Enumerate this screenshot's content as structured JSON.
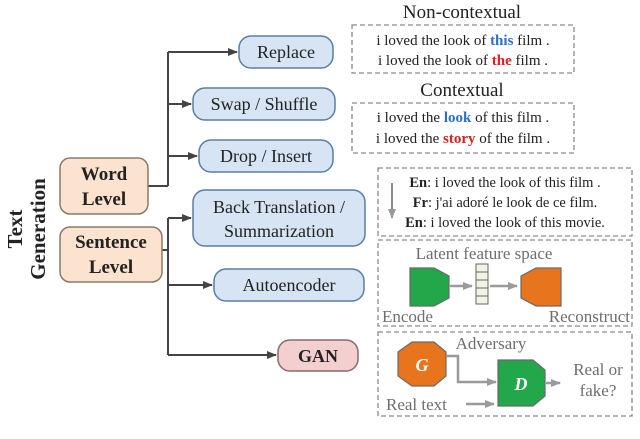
{
  "colors": {
    "line": "#444444",
    "pill_fill": "#d6e4f3",
    "pill_stroke": "#5a7fa6",
    "level_fill": "#fbe3cf",
    "level_stroke": "#8a7a6a",
    "gan_fill": "#f4cfd0",
    "dash": "#8a8a8a",
    "green": "#22a84a",
    "orange": "#e8741e",
    "blue_word": "#2a70c8",
    "red_word": "#e02020",
    "gray_text": "#6e6e6e"
  },
  "icons": {
    "encoder": "green-trapezoid-icon",
    "decoder": "orange-trapezoid-icon",
    "latent": "latent-vector-icon",
    "generator": "generator-icon",
    "discriminator": "discriminator-icon"
  },
  "root": {
    "line1": "Text",
    "line2": "Generation"
  },
  "levels": {
    "word": {
      "line1": "Word",
      "line2": "Level"
    },
    "sentence": {
      "line1": "Sentence",
      "line2": "Level"
    }
  },
  "methods": {
    "replace": "Replace",
    "swap": "Swap / Shuffle",
    "drop": "Drop / Insert",
    "back_translation": {
      "line1": "Back Translation /",
      "line2": "Summarization"
    },
    "autoencoder": "Autoencoder",
    "gan": "GAN"
  },
  "noncontextual": {
    "title": "Non-contextual",
    "line1": {
      "prefix": "i loved the look of ",
      "highlight": "this",
      "suffix": " film ."
    },
    "line2": {
      "prefix": "i loved the look of ",
      "highlight": "the",
      "suffix": " film ."
    }
  },
  "contextual": {
    "title": "Contextual",
    "line1": {
      "prefix": "i loved the ",
      "highlight": "look",
      "suffix": " of this film ."
    },
    "line2": {
      "prefix": "i loved the ",
      "highlight": "story",
      "suffix": " of the film ."
    }
  },
  "translation": {
    "line1": {
      "lang": "En",
      "text": ": i loved the look of this film ."
    },
    "line2": {
      "lang": "Fr",
      "text": ": j'ai adoré le look de ce film."
    },
    "line3": {
      "lang": "En",
      "text": ": i loved the look of this movie."
    }
  },
  "autoencoder_box": {
    "latent_label": "Latent feature space",
    "encode_label": "Encode",
    "reconstruct_label": "Reconstruct"
  },
  "gan_box": {
    "adversary_label": "Adversary",
    "generator_letter": "G",
    "discriminator_letter": "D",
    "real_text_label": "Real text",
    "result_line1": "Real or",
    "result_line2": "fake?"
  }
}
